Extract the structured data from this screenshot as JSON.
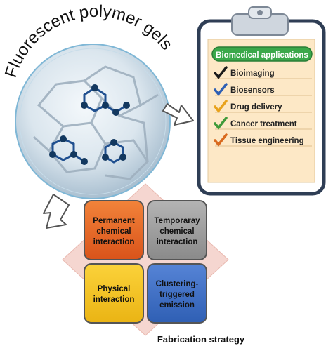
{
  "title": "Fluorescent polymer gels",
  "clipboard": {
    "header": "Biomedical applications",
    "items": [
      {
        "label": "Bioimaging",
        "check_color": "#1a1a1a"
      },
      {
        "label": "Biosensors",
        "check_color": "#2e5fb4"
      },
      {
        "label": "Drug delivery",
        "check_color": "#e8a21c"
      },
      {
        "label": "Cancer treatment",
        "check_color": "#3f9a3a"
      },
      {
        "label": "Tissue engineering",
        "check_color": "#d96a1e"
      }
    ]
  },
  "strategy": {
    "caption": "Fabrication strategy",
    "quadrants": [
      {
        "label_lines": [
          "Permanent",
          "chemical",
          "interaction"
        ],
        "color": "#e9641f"
      },
      {
        "label_lines": [
          "Temporaray",
          "chemical",
          "interaction"
        ],
        "color": "#9a9a9a"
      },
      {
        "label_lines": [
          "Physical",
          "interaction"
        ],
        "color": "#f4c218"
      },
      {
        "label_lines": [
          "Clustering-",
          "triggered",
          "emission"
        ],
        "color": "#3d6fc7"
      }
    ]
  },
  "colors": {
    "clipboard_border": "#2f3e55",
    "header_fill": "#3aa84a",
    "paper": "#fde8c6",
    "diamond": "#f5d6d0"
  },
  "icons": [
    "hollow-arrow-icon",
    "checkmark-icon",
    "clipboard-clip-icon",
    "molecular-network-icon"
  ]
}
